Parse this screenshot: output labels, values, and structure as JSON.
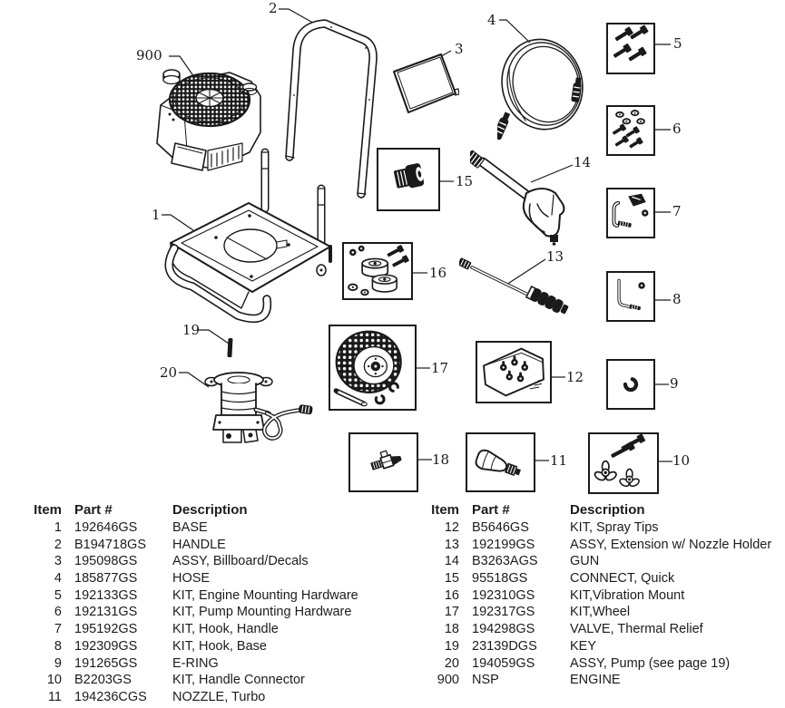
{
  "page": {
    "background": "#ffffff",
    "ink": "#1a1a1a"
  },
  "diagram": {
    "callouts": [
      {
        "label": "900"
      },
      {
        "label": "2"
      },
      {
        "label": "3"
      },
      {
        "label": "4"
      },
      {
        "label": "5"
      },
      {
        "label": "6"
      },
      {
        "label": "7"
      },
      {
        "label": "8"
      },
      {
        "label": "9"
      },
      {
        "label": "10"
      },
      {
        "label": "15"
      },
      {
        "label": "14"
      },
      {
        "label": "1"
      },
      {
        "label": "13"
      },
      {
        "label": "16"
      },
      {
        "label": "19"
      },
      {
        "label": "17"
      },
      {
        "label": "12"
      },
      {
        "label": "20"
      },
      {
        "label": "18"
      },
      {
        "label": "11"
      }
    ]
  },
  "parts_table": {
    "headers": {
      "item": "Item",
      "part": "Part #",
      "description": "Description"
    },
    "left_rows": [
      {
        "item": "1",
        "part": "192646GS",
        "description": "BASE"
      },
      {
        "item": "2",
        "part": "B194718GS",
        "description": "HANDLE"
      },
      {
        "item": "3",
        "part": "195098GS",
        "description": "ASSY, Billboard/Decals"
      },
      {
        "item": "4",
        "part": "185877GS",
        "description": "HOSE"
      },
      {
        "item": "5",
        "part": "192133GS",
        "description": "KIT, Engine Mounting Hardware"
      },
      {
        "item": "6",
        "part": "192131GS",
        "description": "KIT, Pump Mounting Hardware"
      },
      {
        "item": "7",
        "part": "195192GS",
        "description": "KIT, Hook, Handle"
      },
      {
        "item": "8",
        "part": "192309GS",
        "description": "KIT, Hook, Base"
      },
      {
        "item": "9",
        "part": "191265GS",
        "description": "E-RING"
      },
      {
        "item": "10",
        "part": "B2203GS",
        "description": "KIT, Handle Connector"
      },
      {
        "item": "11",
        "part": "194236CGS",
        "description": "NOZZLE, Turbo"
      }
    ],
    "right_rows": [
      {
        "item": "12",
        "part": "B5646GS",
        "description": "KIT, Spray Tips"
      },
      {
        "item": "13",
        "part": "192199GS",
        "description": "ASSY, Extension w/ Nozzle Holder"
      },
      {
        "item": "14",
        "part": "B3263AGS",
        "description": "GUN"
      },
      {
        "item": "15",
        "part": "95518GS",
        "description": "CONNECT, Quick"
      },
      {
        "item": "16",
        "part": "192310GS",
        "description": "KIT,Vibration Mount"
      },
      {
        "item": "17",
        "part": "192317GS",
        "description": "KIT,Wheel"
      },
      {
        "item": "18",
        "part": "194298GS",
        "description": "VALVE, Thermal Relief"
      },
      {
        "item": "19",
        "part": "23139DGS",
        "description": "KEY"
      },
      {
        "item": "20",
        "part": "194059GS",
        "description": "ASSY, Pump (see page 19)"
      },
      {
        "item": "900",
        "part": "NSP",
        "description": "ENGINE"
      }
    ]
  }
}
